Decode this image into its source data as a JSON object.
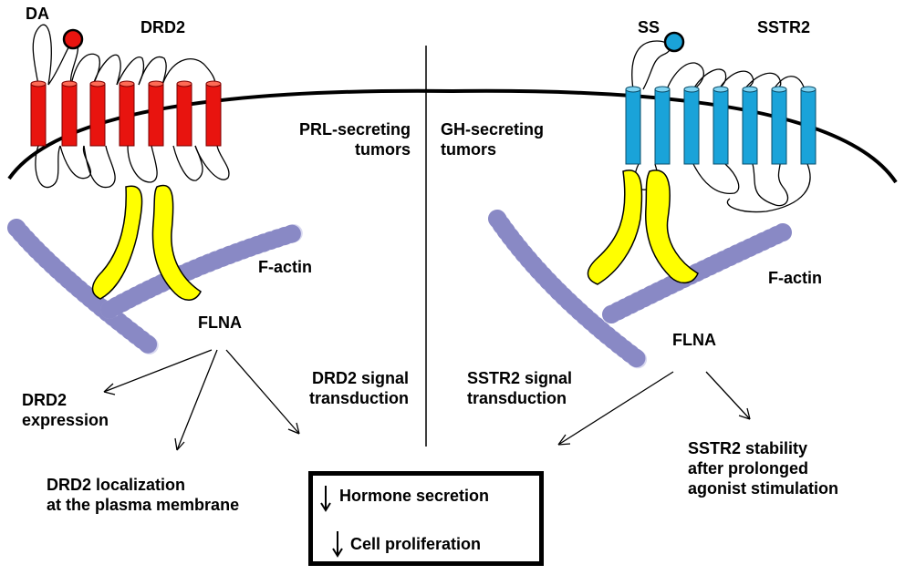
{
  "left_panel": {
    "ligand": "DA",
    "receptor": "DRD2",
    "tumor_type": [
      "PRL-secreting",
      "tumors"
    ],
    "actin_label": "F-actin",
    "filamin_label": "FLNA",
    "outcomes": {
      "expression": [
        "DRD2",
        "expression"
      ],
      "localization": [
        "DRD2 localization",
        "at the plasma membrane"
      ],
      "signaling": [
        "DRD2 signal",
        "transduction"
      ]
    }
  },
  "right_panel": {
    "ligand": "SS",
    "receptor": "SSTR2",
    "tumor_type": [
      "GH-secreting",
      "tumors"
    ],
    "actin_label": "F-actin",
    "filamin_label": "FLNA",
    "outcomes": {
      "signaling": [
        "SSTR2 signal",
        "transduction"
      ],
      "stability": [
        "SSTR2 stability",
        "after prolonged",
        "agonist stimulation"
      ]
    }
  },
  "effects_box": {
    "items": [
      "Hormone secretion",
      "Cell proliferation"
    ]
  },
  "colors": {
    "drd2_receptor": "#e8140f",
    "sstr2_receptor": "#1aa3d9",
    "filamin": "#ffff00",
    "actin_bead": "#dcdcf4",
    "actin_outline": "#3a3a9a",
    "da_ligand": "#e8140f",
    "ss_ligand": "#1aa3d9"
  }
}
